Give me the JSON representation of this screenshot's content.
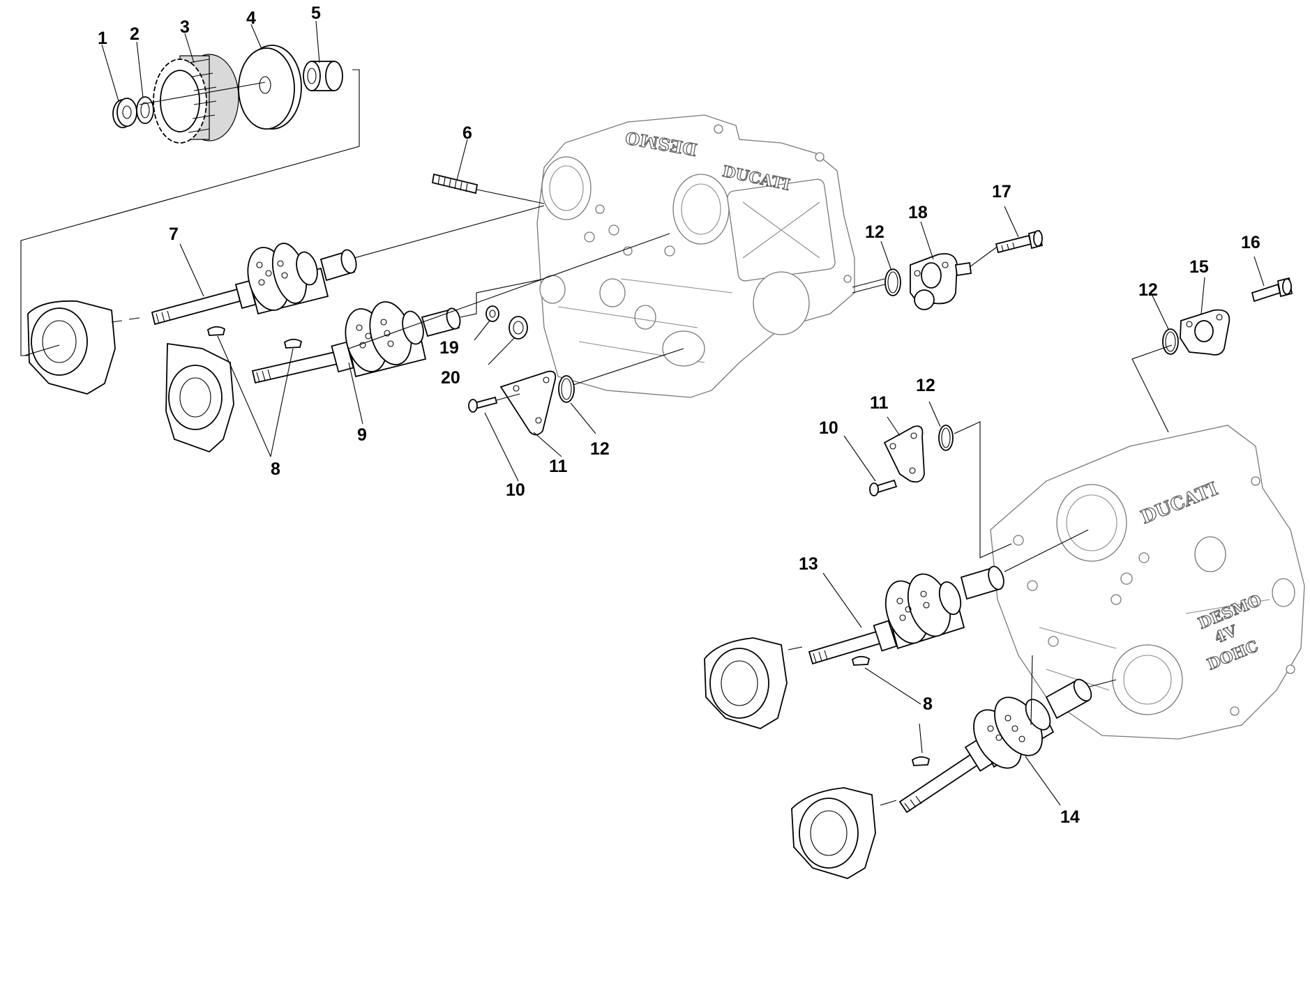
{
  "callouts": {
    "c1": "1",
    "c2": "2",
    "c3": "3",
    "c4": "4",
    "c5": "5",
    "c6": "6",
    "c7": "7",
    "c8a": "8",
    "c8b": "8",
    "c9": "9",
    "c10a": "10",
    "c10b": "10",
    "c11a": "11",
    "c11b": "11",
    "c12a": "12",
    "c12b": "12",
    "c12c": "12",
    "c12d": "12",
    "c13": "13",
    "c14": "14",
    "c15": "15",
    "c16": "16",
    "c17": "17",
    "c18": "18",
    "c19": "19",
    "c20": "20"
  },
  "head_logos": {
    "rear_top": "DESMO",
    "rear_side": "DUCATI",
    "front_brand": "DUCATI",
    "front_line1": "DESMO",
    "front_line2": "4V",
    "front_line3": "DOHC"
  }
}
